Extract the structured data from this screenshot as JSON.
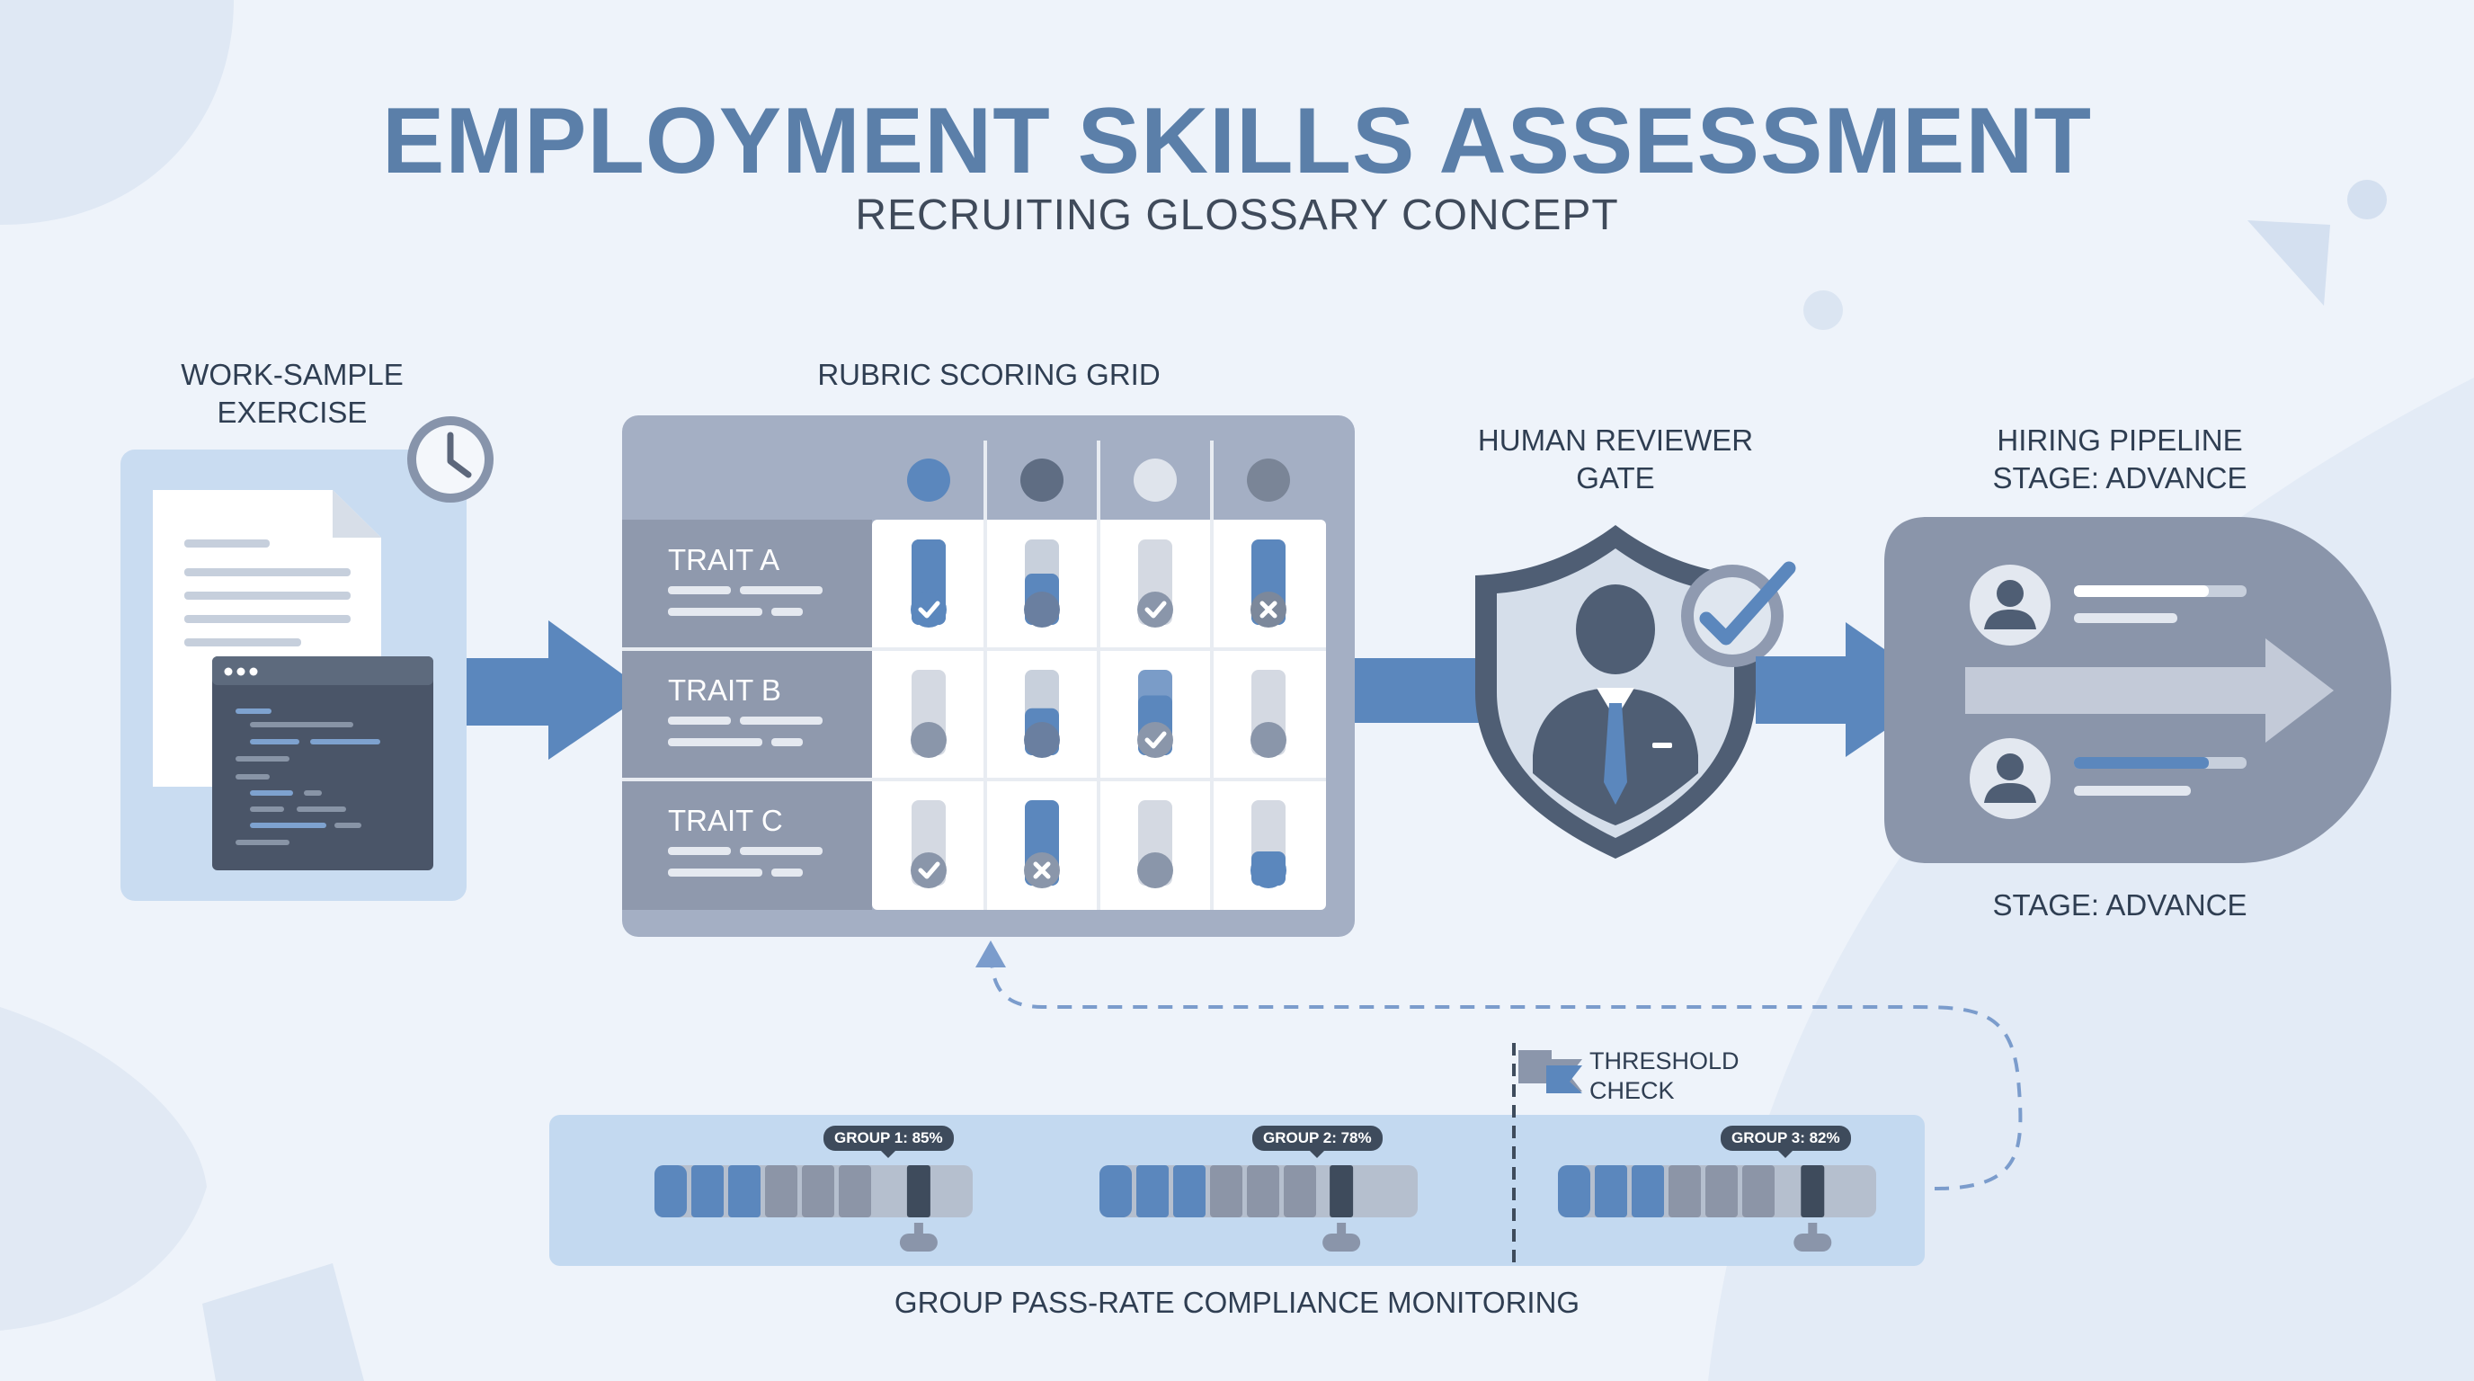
{
  "title": "EMPLOYMENT SKILLS ASSESSMENT",
  "subtitle": "RECRUITING GLOSSARY CONCEPT",
  "work_sample": {
    "label_line1": "WORK-SAMPLE",
    "label_line2": "EXERCISE",
    "icons": [
      "document-icon",
      "code-window-icon",
      "clock-icon"
    ]
  },
  "rubric": {
    "label": "RUBRIC SCORING GRID",
    "traits": [
      "TRAIT A",
      "TRAIT B",
      "TRAIT C"
    ],
    "column_marks": [
      "score-column-1",
      "score-column-2",
      "score-column-3",
      "score-column-4"
    ],
    "cell_marks": [
      [
        "check",
        "none",
        "check",
        "cross"
      ],
      [
        "none",
        "none",
        "check",
        "none"
      ],
      [
        "check",
        "cross",
        "none",
        "none"
      ]
    ]
  },
  "reviewer": {
    "label_line1": "HUMAN REVIEWER",
    "label_line2": "GATE",
    "icons": [
      "shield-icon",
      "reviewer-person-icon",
      "checkmark-badge-icon"
    ]
  },
  "pipeline": {
    "label_line1": "HIRING PIPELINE",
    "label_line2": "STAGE: ADVANCE",
    "bottom_label": "STAGE: ADVANCE",
    "icons": [
      "candidate-avatar-icon",
      "advance-arrow-icon"
    ]
  },
  "threshold": {
    "line1": "THRESHOLD",
    "line2": "CHECK",
    "icon": "flag-icon"
  },
  "compliance": {
    "label": "GROUP PASS-RATE COMPLIANCE MONITORING",
    "groups": [
      {
        "tag": "GROUP 1: 85%",
        "rate": 85
      },
      {
        "tag": "GROUP 2: 78%",
        "rate": 78
      },
      {
        "tag": "GROUP 3: 82%",
        "rate": 82
      }
    ]
  },
  "colors": {
    "accent": "#5b87bd",
    "title": "#5b7fa9",
    "grid": "#8f99ad",
    "dark": "#4a5a70"
  }
}
